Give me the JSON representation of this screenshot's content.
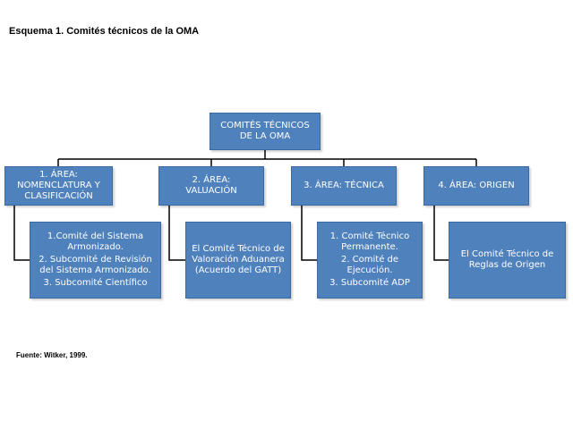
{
  "title": "Esquema 1. Comités técnicos de la OMA",
  "root": [
    "COMITÉS TÉCNICOS",
    "DE LA OMA"
  ],
  "areas": [
    {
      "label": [
        "1. ÁREA:",
        "NOMENCLATURA Y",
        "CLASIFICACIÓN"
      ],
      "items": [
        "1.Comité del Sistema Armonizado.",
        "2. Subcomité de Revisión del Sistema Armonizado.",
        "3. Subcomité Científico"
      ]
    },
    {
      "label": [
        "2. ÁREA:",
        "VALUACIÓN"
      ],
      "items": [
        "El Comité Técnico de Valoración Aduanera (Acuerdo del GATT)"
      ]
    },
    {
      "label": [
        "3. ÁREA: TÉCNICA"
      ],
      "items": [
        "1. Comité Técnico Permanente.",
        "2. Comité de Ejecución.",
        "3. Subcomité ADP"
      ]
    },
    {
      "label": [
        "4. ÁREA: ORIGEN"
      ],
      "items": [
        "El Comité Técnico de Reglas de Origen"
      ]
    }
  ],
  "source": "Fuente: Witker, 1999.",
  "colors": {
    "box_fill": "#4f81bd",
    "box_border": "#3a6a9f",
    "connector": "#000000"
  }
}
